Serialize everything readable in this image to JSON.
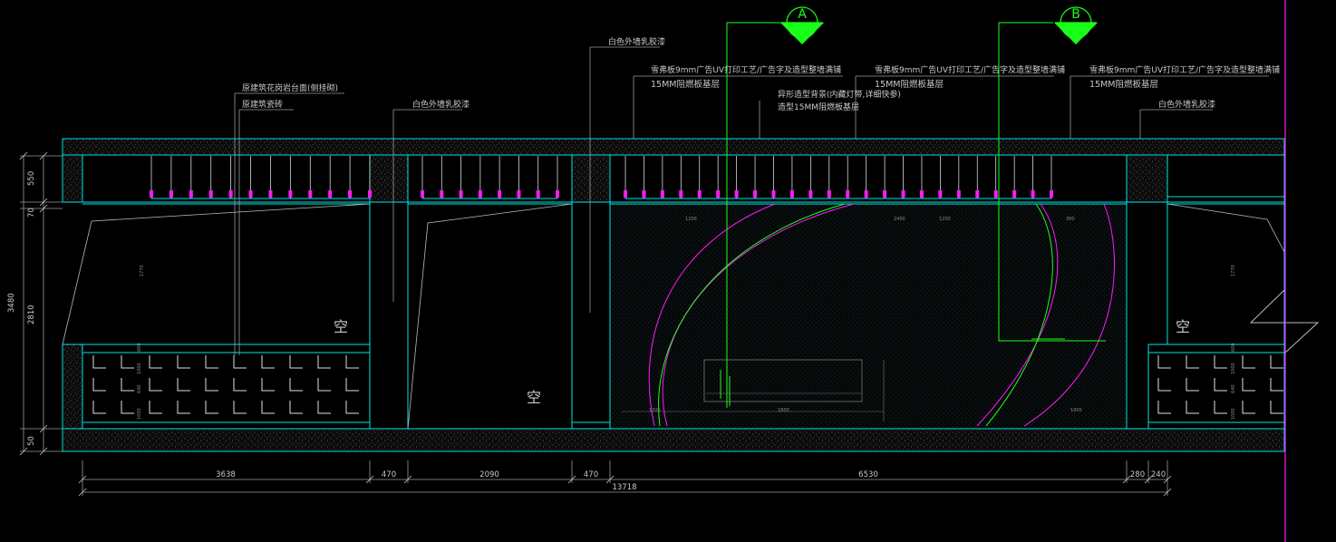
{
  "drawing": {
    "colors": {
      "background": "#000000",
      "structure": "#00e5e5",
      "leader": "#9a9a9a",
      "section": "#19ff19",
      "magenta": "#ff19ff",
      "text": "#c8c8c8"
    },
    "section_markers": [
      {
        "id": "A"
      },
      {
        "id": "B"
      }
    ],
    "annotations": {
      "a1": "原建筑花岗岩台面(侧挂砌)",
      "a2": "原建筑瓷砖",
      "a3": "白色外墙乳胶漆",
      "a4": "白色外墙乳胶漆",
      "a5": "雪弗板9mm广告UV打印工艺/广告字及造型整墙满铺",
      "a6": "15MM阻燃板基层",
      "a7": "异形造型背景(内藏灯带,详细快参)",
      "a8": "造型15MM阻燃板基层",
      "a9": "雪弗板9mm广告UV打印工艺/广告字及造型整墙满铺",
      "a10": "15MM阻燃板基层",
      "a11": "雪弗板9mm广告UV打印工艺/广告字及造型整墙满铺",
      "a12": "15MM阻燃板基层",
      "a13": "白色外墙乳胶漆"
    },
    "void_labels": {
      "k1": "空",
      "k2": "空",
      "k3": "空"
    },
    "vertical_dims": {
      "v1": "550",
      "v2": "70",
      "v3": "3480",
      "v4": "2810",
      "v5": "50"
    },
    "horizontal_dims": {
      "d1": "3638",
      "d2": "470",
      "d3": "2090",
      "d4": "470",
      "d5": "6530",
      "d6": "280",
      "d7": "240",
      "total": "13718"
    },
    "small_dims": {
      "s1": "1770",
      "s2": "1770",
      "s3": "600",
      "s4": "640",
      "s5": "1000",
      "s6": "1000",
      "s7": "600",
      "s8": "640",
      "s9": "1000",
      "s10": "1000",
      "s11": "1200",
      "s12": "2400",
      "s13": "1200",
      "s14": "300",
      "s15": "1200",
      "s16": "1800",
      "s17": "1900"
    }
  }
}
